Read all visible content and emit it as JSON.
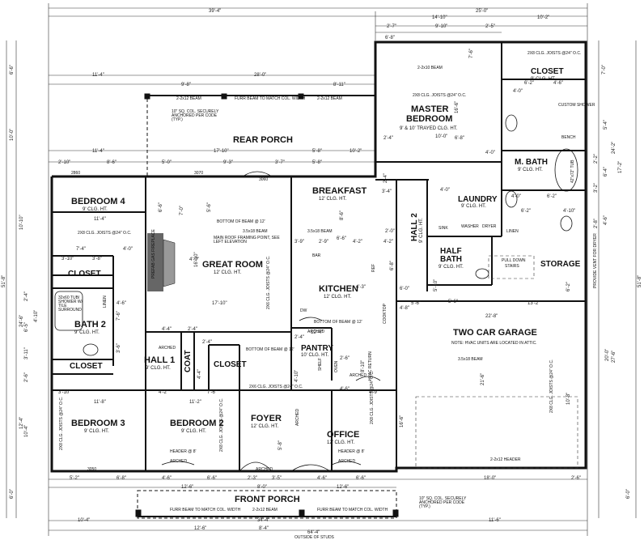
{
  "overall_dims": {
    "total_width": "64'-4\"",
    "left_wing": "39'-4\"",
    "right_wing": "25'-0\"",
    "total_depth": "51'-8\"",
    "bottom_total": "64'-4\"",
    "bottom_note": "OUTSIDE OF STUDS"
  },
  "rooms": {
    "rear_porch": {
      "name": "REAR PORCH"
    },
    "master_bedroom": {
      "name": "MASTER",
      "name2": "BEDROOM",
      "ceiling": "9' & 10' TRAYED CLG. HT."
    },
    "closet_master": {
      "name": "CLOSET",
      "ceiling": "9' CLG. HT."
    },
    "m_bath": {
      "name": "M. BATH",
      "ceiling": "9' CLG. HT."
    },
    "bedroom4": {
      "name": "BEDROOM 4",
      "ceiling": "9' CLG. HT."
    },
    "breakfast": {
      "name": "BREAKFAST",
      "ceiling": "12' CLG. HT."
    },
    "laundry": {
      "name": "LAUNDRY",
      "ceiling": "9' CLG. HT."
    },
    "hall2": {
      "name": "HALL 2",
      "ceiling": "9' CLG. HT."
    },
    "half_bath": {
      "name": "HALF",
      "name2": "BATH",
      "ceiling": "9' CLG. HT."
    },
    "great_room": {
      "name": "GREAT ROOM",
      "ceiling": "12' CLG. HT."
    },
    "kitchen": {
      "name": "KITCHEN",
      "ceiling": "12' CLG. HT."
    },
    "closet_bath2_top": {
      "name": "CLOSET"
    },
    "bath2": {
      "name": "BATH 2",
      "ceiling": "9' CLG. HT."
    },
    "closet_bath2_bottom": {
      "name": "CLOSET"
    },
    "hall1": {
      "name": "HALL 1",
      "ceiling": "9' CLG. HT."
    },
    "coat": {
      "name": "COAT"
    },
    "closet_hall": {
      "name": "CLOSET"
    },
    "pantry": {
      "name": "PANTRY",
      "ceiling": "10' CLG. HT."
    },
    "garage": {
      "name": "TWO CAR GARAGE",
      "note": "NOTE: HVAC UNITS ARE LOCATED IN ATTIC."
    },
    "storage": {
      "name": "STORAGE"
    },
    "pulldown": {
      "name": "PULL DOWN",
      "name2": "STAIRS"
    },
    "bedroom3": {
      "name": "BEDROOM 3",
      "ceiling": "9' CLG. HT."
    },
    "bedroom2": {
      "name": "BEDROOM 2",
      "ceiling": "9' CLG. HT."
    },
    "foyer": {
      "name": "FOYER",
      "ceiling": "12' CLG. HT."
    },
    "office": {
      "name": "OFFICE",
      "ceiling": "12' CLG. HT."
    },
    "front_porch": {
      "name": "FRONT PORCH"
    }
  },
  "fixtures": {
    "bar": "BAR",
    "dw": "DW",
    "washer": "WASHER",
    "dryer": "DRYER",
    "sink": "SINK",
    "linen_laundry": "LINEN",
    "linen_bath2": "LINEN",
    "bench": "BENCH",
    "custom_shower": "CUSTOM SHOWER",
    "tub_mbath": "42\"x72\" TUB",
    "tub_bath2": "32x60 TUB/ SHOWER W/ TILE SURROUND",
    "fireplace": "PREFAB GAS FIREPLACE",
    "ref": "REF",
    "cooktop": "COOKTOP",
    "hvac_return": "HVAC RETURN",
    "provide_vent": "PROVIDE VENT FOR DRYER",
    "pantry_shelf": "SHELF",
    "oven": "OVEN"
  },
  "notes": {
    "rear_porch_beam": "FURR BEAM TO MATCH COL. WIDTH",
    "rear_porch_beam_l": "2-2x12 BEAM",
    "rear_porch_beam_r": "2-2x12 BEAM",
    "col_note_rear": "10\" SQ. COL. SECURELY ANCHORED PER CODE (TYP.)",
    "col_note_front": "10\" SQ. COL. SECURELY ANCHORED PER CODE (TYP.)",
    "front_beam_l": "FURR BEAM TO MATCH COL. WIDTH",
    "front_beam_c": "2-2x12 BEAM",
    "front_beam_r": "FURR BEAM TO MATCH COL. WIDTH",
    "master_joists": "2X8 CLG. JOISTS @24\" O.C.",
    "master_beam": "2-2x10 BEAM",
    "closet_joists": "2X8 CLG. JOISTS @24\" O.C.",
    "bed4_joists": "2X8 CLG. JOISTS @24\" O.C.",
    "bottom_beam_1": "BOTTOM OF BEAM @ 12'",
    "bottom_beam_2": "BOTTOM OF BEAM @ 12'",
    "bottom_beam_3": "BOTTOM OF BEAM @ 12'",
    "main_roof": "MAIN ROOF FRAMING POINT, SEE LEFT ELEVATION",
    "beam_3_5x18": "3.5x18 BEAM",
    "beam_3_5x18_b": "3.5x18 BEAM",
    "great_joists": "2X6 CLG. JOISTS @24\" O.C.",
    "garage_joists_l": "2X8 CLG. JOISTS @24\" O.C.",
    "garage_beam": "3.5x18 BEAM",
    "garage_header": "2-2x12 HEADER",
    "bed3_joists": "2X8 CLG. JOISTS @24\" O.C.",
    "bed2_joists": "2X8 CLG. JOISTS @24\" O.C.",
    "foyer_joists": "2X6 CLG. JOISTS @24\" O.C.",
    "office_joists": "2X8 CLG. JOISTS @24\" O.C.",
    "header_8_l": "HEADER @ 8'",
    "header_8_r": "HEADER @ 8'",
    "arched_1": "ARCHED",
    "arched_2": "ARCHED",
    "arched_3": "ARCHED",
    "arched_4": "ARCHED",
    "arched_5": "ARCHED",
    "arched_6": "ARCHED",
    "arched_7": "ARCHED",
    "window_3060": "3060",
    "window_3070": "3070",
    "window_2860": "2860",
    "window_3050": "3050"
  },
  "dimensions": {
    "top_11_4": "11'-4\"",
    "top_28_0": "28'-0\"",
    "top_9_8": "9'-8\"",
    "top_8_11": "8'-11\"",
    "top_14_10": "14'-10\"",
    "top_10_2": "10'-2\"",
    "top_2_7": "2'-7\"",
    "top_9_10": "9'-10\"",
    "top_2_5": "2'-5\"",
    "porch_11_4": "11'-4\"",
    "porch_17_10": "17'-10\"",
    "porch_5_8": "5'-8\"",
    "porch_10_2": "10'-2\"",
    "r2_2_10": "2'-10\"",
    "r2_8_6": "8'-6\"",
    "r2_5_0": "5'-0\"",
    "r2_9_3": "9'-3\"",
    "r2_3_7": "3'-7\"",
    "r2_5_8": "5'-8\"",
    "r2_2_4": "2'-4\"",
    "r2_6_8": "6'-8\"",
    "left_6_6": "6'-6\"",
    "left_10_0": "10'-0\"",
    "left_10_10": "10'-10\"",
    "left_24_6": "24'-6\"",
    "left_12_4": "12'-4\"",
    "left_6_0": "6'-0\"",
    "right_7_0": "7'-0\"",
    "right_24_2": "24'-2\"",
    "right_27_6": "27'-6\"",
    "right_6_0": "6'-0\"",
    "right_51_8": "51'-8\"",
    "bot_5_2": "5'-2\"",
    "bot_6_8": "6'-8\"",
    "bot_4_6": "4'-6\"",
    "bot_6_6": "6'-6\"",
    "bot_2_3": "2'-3\"",
    "bot_3_5": "3'-5\"",
    "bot_12_6a": "12'-6\"",
    "bot_12_6b": "12'-6\"",
    "bot_8_0": "8'-0\"",
    "bot_4_6b": "4'-6\"",
    "bot_6_6b": "6'-6\"",
    "bot_18_0": "18'-0\"",
    "bot_2_6": "2'-6\"",
    "bot_10_4": "10'-4\"",
    "bot_34_4": "34'-4\"",
    "bot_11_6": "11'-6\"",
    "bot_8_4": "8'-4\"",
    "bot_12_6c": "12'-6\"",
    "bed4_11_4": "11'-4\"",
    "great_17_10": "17'-10\"",
    "garage_22_8": "22'-8\"",
    "garage_13_2": "13'-2\"",
    "garage_21_6": "21'-6\"",
    "bed3_11_8": "11'-8\"",
    "bed2_11_2": "11'-2\"",
    "kitchen_12_4": "12'-4\"",
    "bed3_3_10": "3'-10\"",
    "bed3_4_2": "4'-2\"",
    "bed2_7_6": "7'-6\"",
    "foyer_5_8": "5'-8\"",
    "office_4_9": "4'-9\"",
    "great_4_4": "4'-4\"",
    "great_2_4": "2'-4\"",
    "great_4_0": "4'-0\"",
    "master_16_6": "16'-6\"",
    "master_10_0": "10'-0\"",
    "master_6_2": "6'-2\"",
    "master_4_0": "4'-0\"",
    "mbath_6_2": "6'-2\"",
    "mbath_4_10": "4'-10\"",
    "laundry_4_0": "4'-0\"",
    "hall_4_2": "4'-2\"",
    "hall_2_0": "2'-0\"",
    "hb_5_10": "5'-10\"",
    "hb_5_6": "5'-6\"",
    "gar_4_8": "4'-8\"",
    "bath2_3_10": "3'-10\"",
    "bath2_3_8": "3'-8\"",
    "bath2_7_6": "7'-6\"",
    "bath2_4_10": "4'-10\"",
    "bath2_2_4": "2'-4\"",
    "bath2_2_6": "2'-6\"",
    "bath2_3_11": "3'-11\"",
    "bath2_6_5": "6'-5\"",
    "bath2_3_6": "3'-6\"",
    "bath2_4_6": "4'-6\"",
    "coat_2_4": "2'-4\"",
    "coat_4_4": "4'-4\"",
    "pantry_2_4": "2'-4\"",
    "pantry_4_10": "4'-10\"",
    "kit_3_9": "3'-9\"",
    "kit_2_9": "2'-9\"",
    "kit_4_2": "4'-2\"",
    "kit_8_10": "8'-10\"",
    "kit_2_6": "2'-6\"",
    "kit_6_8": "6'-8\"",
    "kit_4_6": "4'-6\"",
    "kit_4_3": "4'-3\"",
    "br_6_0": "6'-0\"",
    "br_5_6": "5'-6\"",
    "off_16_6": "16'-6\"",
    "bed3_10_4": "10'-4\"",
    "bed4_7_4": "7'-4\"",
    "bed4_4_0": "4'-0\"",
    "great_7_0": "7'-0\"",
    "great_16_10": "16'-10\"",
    "great_6_6": "6'-6\"",
    "great_5_6": "5'-6\"",
    "bfast_6_6": "6'-6\"",
    "bfast_8_6": "8'-6\"",
    "bfast_3_4": "3'-4\"",
    "mb_6_8": "6'-8\"",
    "mb_7_6": "7'-6\"",
    "mb_4_0": "4'-0\"",
    "cl_4_0": "4'-0\"",
    "cl_6_2": "6'-2\"",
    "cl_4_6": "4'-6\"",
    "mbr_2_4": "2'-4\"",
    "mbr_5_4": "5'-4\"",
    "mbr_6_4": "6'-4\"",
    "mbr_4_6": "4'-6\"",
    "mbr_2_2": "2'-2\"",
    "mbr_3_2": "3'-2\"",
    "mbr_17_2": "17'-2\"",
    "mbr_2_8": "2'-8\"",
    "gar_20_0": "20'-0\"",
    "gar_10_8": "10'-8\"",
    "gar_6_2": "6'-2\""
  },
  "colors": {
    "line": "#111111",
    "dim_line": "#333333",
    "fireplace": "#666666",
    "hatch": "#bbbbbb"
  }
}
